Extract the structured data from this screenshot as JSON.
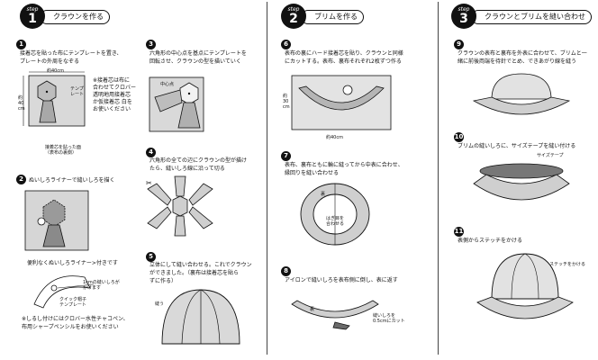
{
  "steps": [
    {
      "label": "step",
      "num": "1",
      "title": "クラウンを作る"
    },
    {
      "label": "step",
      "num": "2",
      "title": "ブリムを作る"
    },
    {
      "label": "step",
      "num": "3",
      "title": "クラウンとブリムを縫い合わせ"
    }
  ],
  "items": [
    {
      "num": "1",
      "text": "接着芯を貼った布にテンプレートを置き、\nプレートの外周をなぞる"
    },
    {
      "num": "2",
      "text": "ぬいしろライナーで縫いしろを描く"
    },
    {
      "num": "3",
      "text": "六角形の中心点を基点にテンプレートを\n回転させ、クラウンの型を描いていく"
    },
    {
      "num": "4",
      "text": "六角形の全ての辺にクラウンの型が描け\nたら、縫いしろ線に沿って切る"
    },
    {
      "num": "5",
      "text": "立体にして縫い合わせる。これでクラウン\nができました。（裏布は接着芯を貼ら\nずに作る）"
    },
    {
      "num": "6",
      "text": "表布の裏にハード接着芯を貼り、クラウンと同様\nにカットする。表布、裏布それぞれ2枚ずつ作る"
    },
    {
      "num": "7",
      "text": "表布、裏布ともに輪に縫ってから中表に合わせ、\n縁回りを縫い合わせる"
    },
    {
      "num": "8",
      "text": "アイロンで縫いしろを表布側に倒し、表に返す"
    },
    {
      "num": "9",
      "text": "クラウンの表布と裏布を外表に合わせて、ブリムと一\n緒に前後両端を待針でとめ、できあがり線を縫う"
    },
    {
      "num": "10",
      "text": "ブリムの縫いしろに、サイズテープを縫い付ける"
    },
    {
      "num": "11",
      "text": "表側からステッチをかける"
    }
  ],
  "notes": {
    "n1": "※接着芯は布に\n合わせてクロバー\n透明地用接着芯\nか仮接着芯 白を\nお使いください",
    "n2": "便利なくぬいしろライナー>付きです",
    "n3": "※しるし付けにはクロバー水性チャコペン、\n布用シャープペンシルをお使いください"
  },
  "labels": {
    "dim_w": "約40cm",
    "dim_h": "約\n40\ncm",
    "template": "テンプ\nレート",
    "center": "中心点",
    "fabric": "接着芯を貼った面\n（表布の裏側）",
    "seam1": "1cmの縫いしろが\nかけます",
    "quick": "クイック帽子\nテンプレート",
    "sewing": "縫う",
    "brim_w": "約40cm",
    "brim_h": "約\n30\ncm",
    "ura": "裏",
    "hagi": "はぎ目を\n合わせる",
    "ura2": "裏",
    "cut": "縫いしろを\n0.5cmにカット",
    "sizetape": "サイズテープ",
    "stitch": "ステッチをかける"
  }
}
